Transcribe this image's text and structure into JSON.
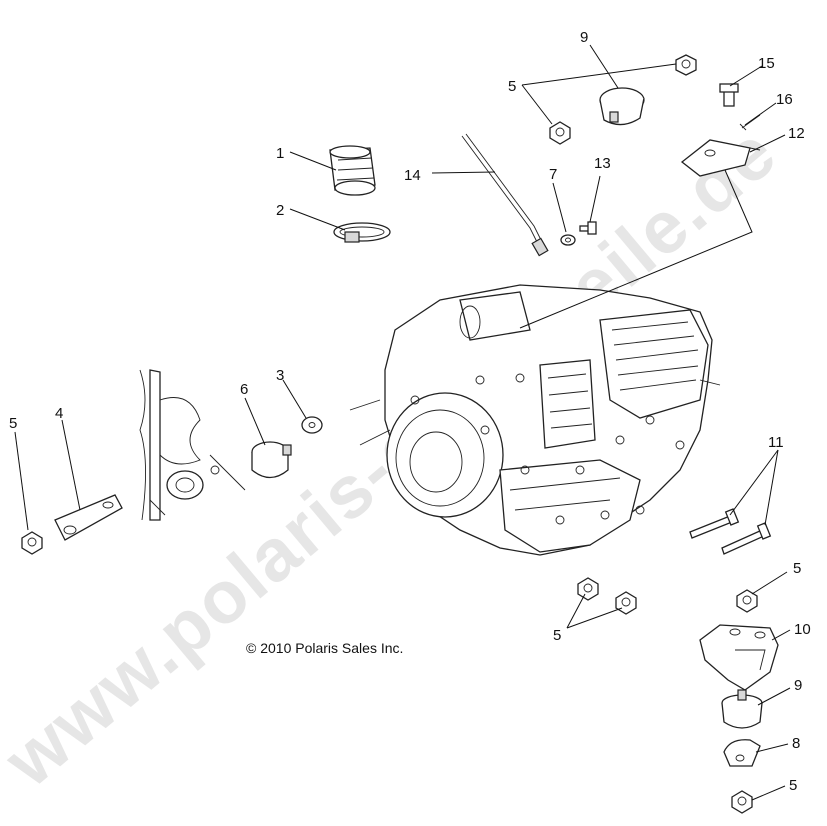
{
  "watermark": "www.polaris-ersatzteile.de",
  "copyright": "© 2010 Polaris Sales Inc.",
  "callouts": [
    "1",
    "2",
    "3",
    "4",
    "5",
    "5",
    "5",
    "5",
    "5",
    "6",
    "7",
    "8",
    "9",
    "9",
    "10",
    "11",
    "12",
    "13",
    "14",
    "15",
    "16"
  ]
}
